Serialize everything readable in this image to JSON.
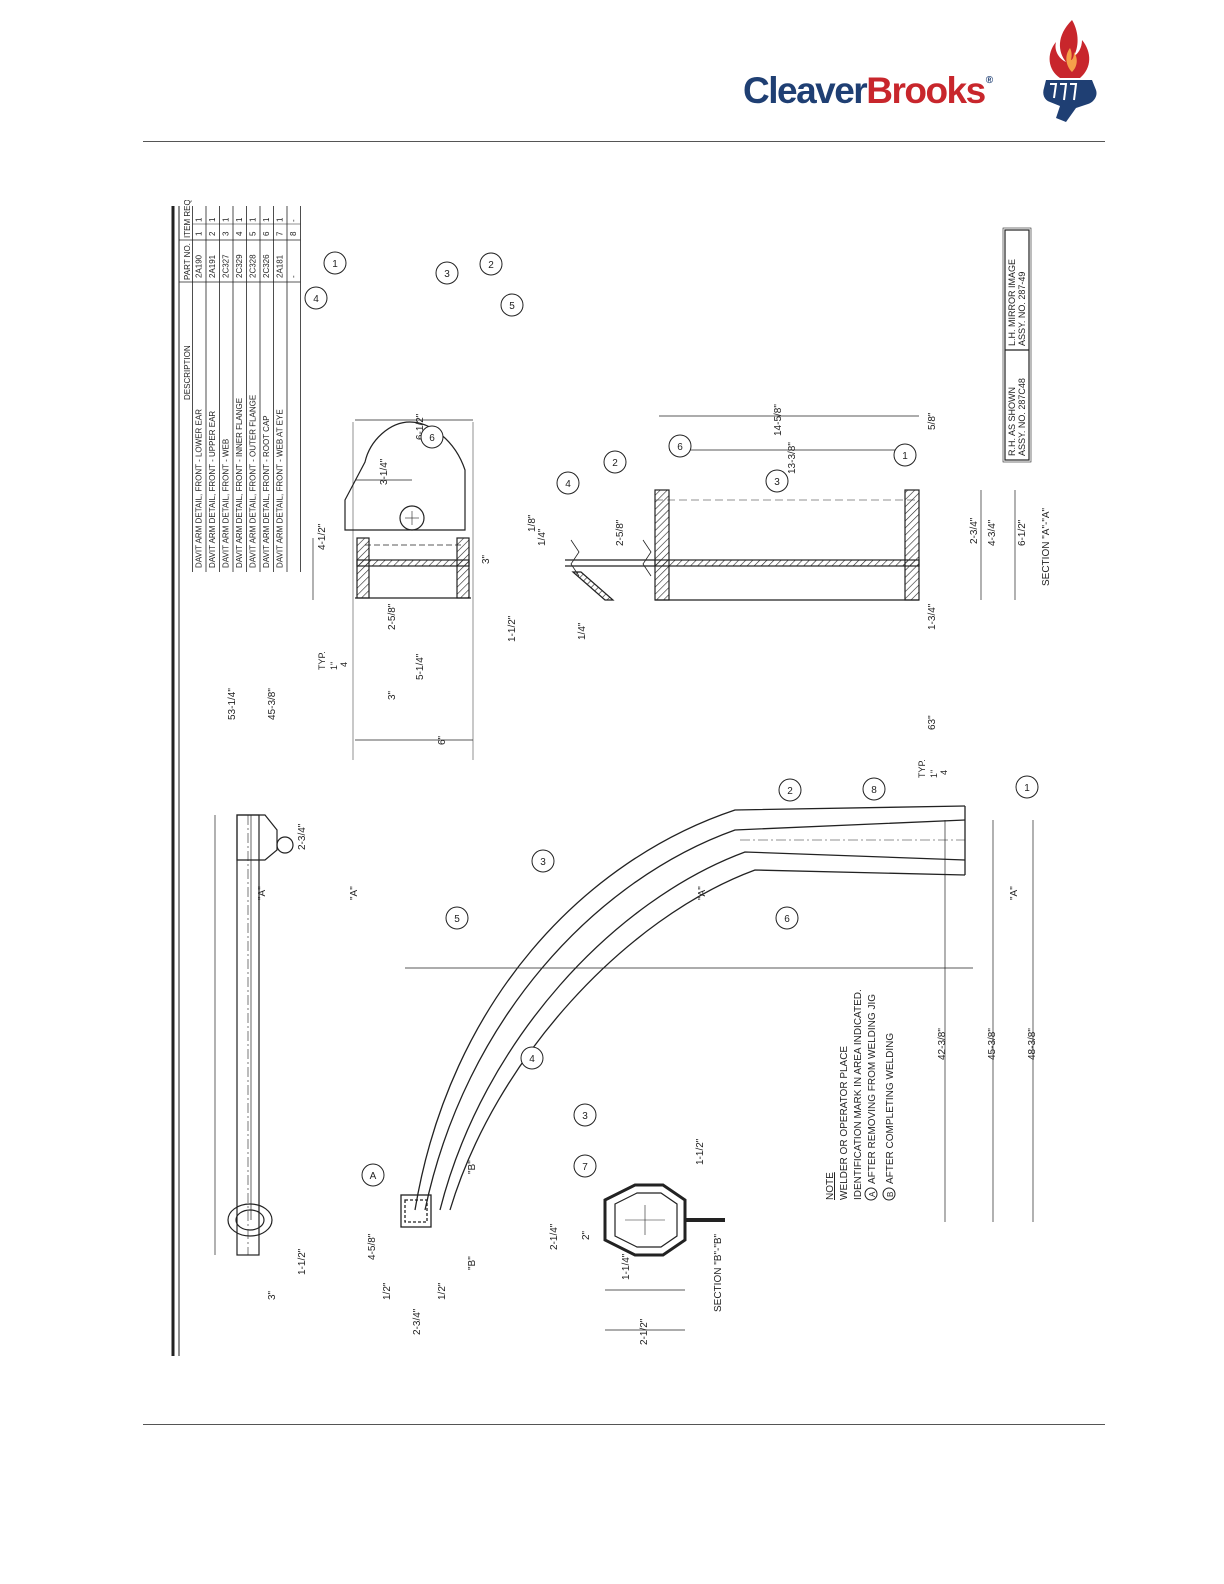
{
  "header": {
    "brand": {
      "part1": "Cleaver",
      "part2": "Brooks",
      "reg": "®"
    }
  },
  "colors": {
    "brand_blue": "#1f3f73",
    "brand_red": "#c8262c",
    "line": "#222222"
  },
  "parts_table": {
    "headers": [
      "ITEM REQ.",
      "PART NO.",
      "DESCRIPTION"
    ],
    "rows": [
      {
        "item": "1",
        "req": "1",
        "part": "2A190",
        "desc": "DAVIT ARM DETAIL, FRONT - LOWER EAR"
      },
      {
        "item": "2",
        "req": "1",
        "part": "2A191",
        "desc": "DAVIT ARM DETAIL, FRONT - UPPER EAR"
      },
      {
        "item": "3",
        "req": "1",
        "part": "2C327",
        "desc": "DAVIT ARM DETAIL, FRONT - WEB"
      },
      {
        "item": "4",
        "req": "1",
        "part": "2C329",
        "desc": "DAVIT ARM DETAIL, FRONT - INNER FLANGE"
      },
      {
        "item": "5",
        "req": "1",
        "part": "2C328",
        "desc": "DAVIT ARM DETAIL, FRONT - OUTER FLANGE"
      },
      {
        "item": "6",
        "req": "1",
        "part": "2C326",
        "desc": "DAVIT ARM DETAIL, FRONT - ROOT CAP"
      },
      {
        "item": "7",
        "req": "1",
        "part": "2A181",
        "desc": "DAVIT ARM DETAIL, FRONT - WEB AT EYE"
      },
      {
        "item": "8",
        "req": "-",
        "part": "-",
        "desc": ""
      }
    ]
  },
  "title_box": {
    "rh_line1": "R.H. AS SHOWN",
    "rh_line2": "ASSY. NO. 287C48",
    "lh_line1": "L.H. MIRROR IMAGE",
    "lh_line2": "ASSY. NO. 287-49"
  },
  "section_labels": {
    "aa": "SECTION \"A\"-\"A\"",
    "bb": "SECTION \"B\"-\"B\""
  },
  "view_labels": {
    "a": "\"A\"",
    "b": "\"B\""
  },
  "note": {
    "title": "NOTE",
    "line1": "WELDER OR OPERATOR PLACE",
    "line2": "IDENTIFICATION MARK IN AREA INDICATED.",
    "a_label": "A",
    "a_text": "AFTER REMOVING FROM WELDING JIG",
    "b_label": "B",
    "b_text": "AFTER COMPLETING WELDING"
  },
  "weld": {
    "typ": "TYP.",
    "num": "1\"",
    "den": "4"
  },
  "dims": {
    "sec_a_top": [
      "6-1/2\"",
      "3-1/4\"",
      "4-1/2\"",
      "3\"",
      "2-5/8\"",
      "5-1/4\"",
      "3\"",
      "6\""
    ],
    "sec_a_bottom": [
      "1-1/2\"",
      "1/4\"",
      "1/8\"",
      "1/4\"",
      "2-5/8\"",
      "14-5/8\"",
      "13-3/8\"",
      "5/8\"",
      "2-3/4\"",
      "4-3/4\"",
      "6-1/2\"",
      "1-3/4\""
    ],
    "plan": [
      "53-1/4\"",
      "45-3/8\"",
      "2-3/4\"",
      "1-1/2\"",
      "3\""
    ],
    "elevation": [
      "63\"",
      "42-3/8\"",
      "45-3/8\"",
      "48-3/8\"",
      "4-5/8\"",
      "1/2\"",
      "1/2\"",
      "2-3/4\""
    ],
    "sec_b": [
      "1-1/2\"",
      "2-1/4\"",
      "2\"",
      "1-1/4\"",
      "2-1/2\""
    ]
  },
  "balloons": [
    "1",
    "2",
    "3",
    "4",
    "5",
    "6",
    "7",
    "8"
  ]
}
